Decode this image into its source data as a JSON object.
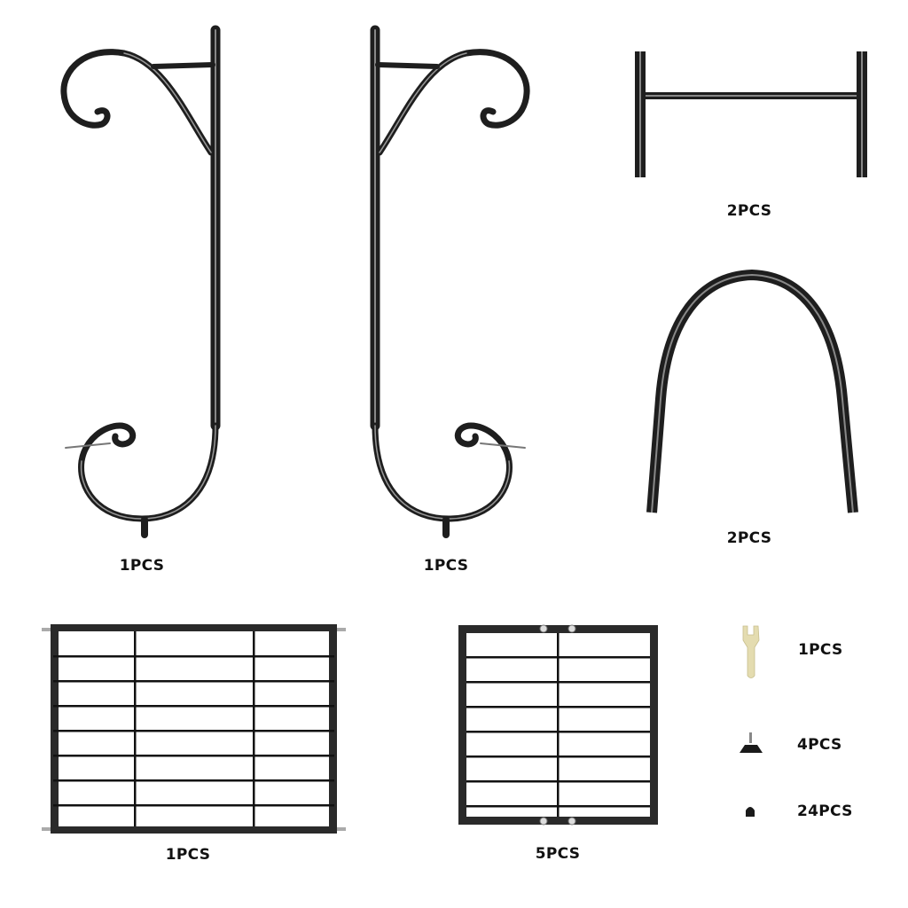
{
  "title": "Parts list",
  "parts": [
    {
      "name": "left-hook-pole",
      "quantity": "1PCS"
    },
    {
      "name": "right-hook-pole",
      "quantity": "1PCS"
    },
    {
      "name": "h-connector-frame",
      "quantity": "2PCS"
    },
    {
      "name": "arch-tube",
      "quantity": "2PCS"
    },
    {
      "name": "large-panel",
      "quantity": "1PCS"
    },
    {
      "name": "shelf-panel",
      "quantity": "5PCS"
    },
    {
      "name": "wrench",
      "quantity": "1PCS"
    },
    {
      "name": "leveling-foot",
      "quantity": "4PCS"
    },
    {
      "name": "cap-nut",
      "quantity": "24PCS"
    }
  ],
  "colors": {
    "metal": "#1e1e1e",
    "highlight": "#8a8a8a",
    "wrench": "#e4dcb0"
  }
}
